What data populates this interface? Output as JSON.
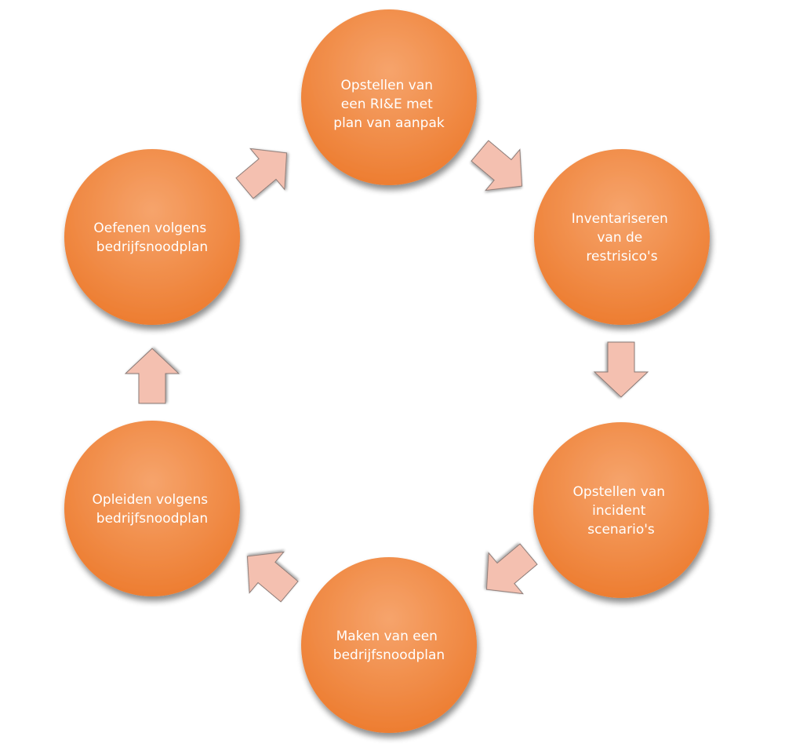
{
  "diagram": {
    "type": "cycle",
    "colors": {
      "node_fill": "#ED7D31",
      "node_fill_light": "#F6A46C",
      "node_text": "#FFFFFF",
      "arrow_fill": "#F4C0B0",
      "arrow_stroke": "#8A7A76"
    },
    "nodes": [
      {
        "lines": [
          "Opstellen van",
          "een RI&E met",
          "plan van aanpak"
        ]
      },
      {
        "lines": [
          "Inventariseren",
          "van de",
          "restrisico's"
        ]
      },
      {
        "lines": [
          "Opstellen van",
          "incident",
          "scenario's"
        ]
      },
      {
        "lines": [
          "Maken van een",
          "bedrijfsnoodplan"
        ]
      },
      {
        "lines": [
          "Opleiden volgens",
          "bedrijfsnoodplan"
        ]
      },
      {
        "lines": [
          "Oefenen volgens",
          "bedrijfsnoodplan"
        ]
      }
    ]
  }
}
